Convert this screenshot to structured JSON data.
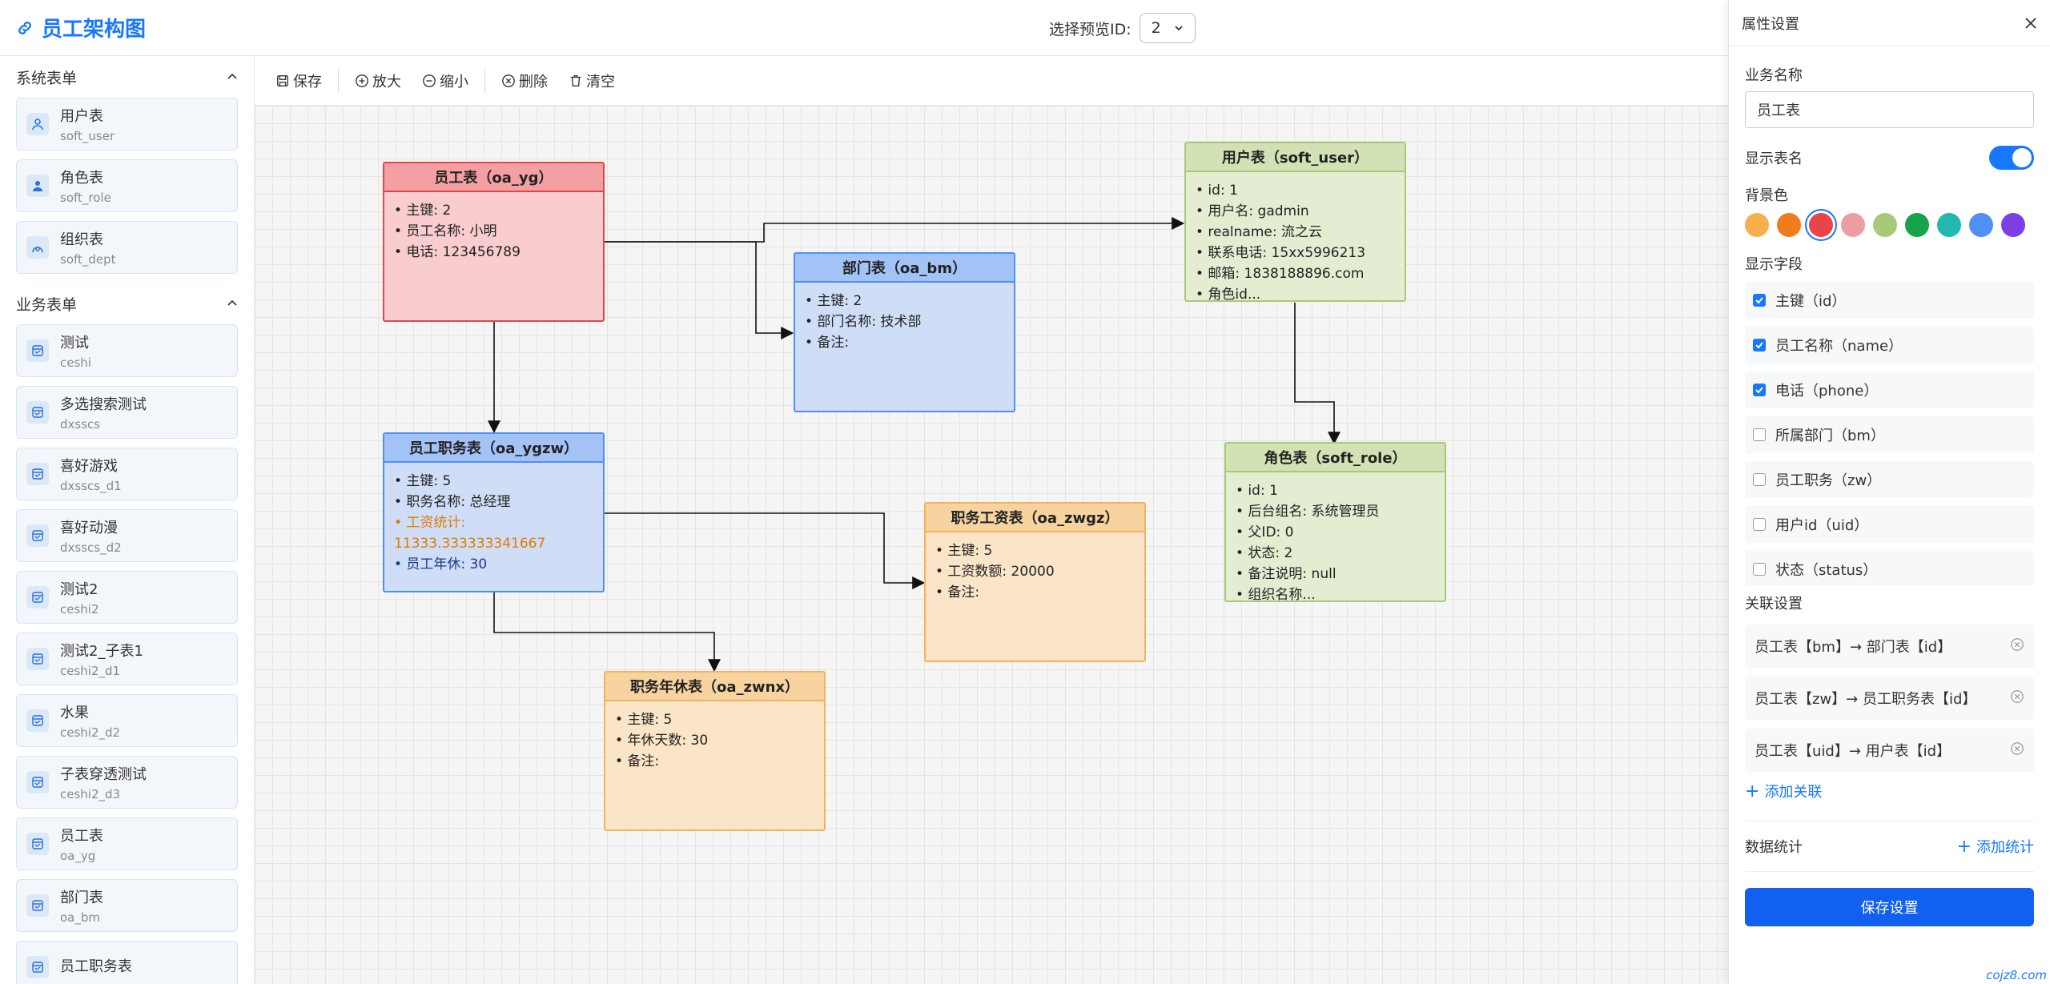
{
  "app": {
    "title": "员工架构图"
  },
  "preview": {
    "label": "选择预览ID:",
    "value": "2"
  },
  "sidebar": {
    "groups": [
      {
        "title": "系统表单",
        "items": [
          {
            "name": "用户表",
            "code": "soft_user",
            "icon": "user-icon"
          },
          {
            "name": "角色表",
            "code": "soft_role",
            "icon": "role-icon"
          },
          {
            "name": "组织表",
            "code": "soft_dept",
            "icon": "org-icon"
          }
        ]
      },
      {
        "title": "业务表单",
        "items": [
          {
            "name": "测试",
            "code": "ceshi",
            "icon": "form-icon"
          },
          {
            "name": "多选搜索测试",
            "code": "dxsscs",
            "icon": "form-icon"
          },
          {
            "name": "喜好游戏",
            "code": "dxsscs_d1",
            "icon": "form-icon"
          },
          {
            "name": "喜好动漫",
            "code": "dxsscs_d2",
            "icon": "form-icon"
          },
          {
            "name": "测试2",
            "code": "ceshi2",
            "icon": "form-icon"
          },
          {
            "name": "测试2_子表1",
            "code": "ceshi2_d1",
            "icon": "form-icon"
          },
          {
            "name": "水果",
            "code": "ceshi2_d2",
            "icon": "form-icon"
          },
          {
            "name": "子表穿透测试",
            "code": "ceshi2_d3",
            "icon": "form-icon"
          },
          {
            "name": "员工表",
            "code": "oa_yg",
            "icon": "form-icon"
          },
          {
            "name": "部门表",
            "code": "oa_bm",
            "icon": "form-icon"
          },
          {
            "name": "员工职务表",
            "code": "",
            "icon": "form-icon"
          }
        ]
      }
    ]
  },
  "toolbar": {
    "save": "保存",
    "zoom_in": "放大",
    "zoom_out": "缩小",
    "delete": "删除",
    "clear": "清空"
  },
  "nodes": [
    {
      "id": "yg",
      "title": "员工表（oa_yg）",
      "rows": [
        "• 主键: 2",
        "• 员工名称: 小明",
        "• 电话: 123456789"
      ],
      "border": "#e0474c",
      "header": "#f4a0a2",
      "body": "#f9cccd"
    },
    {
      "id": "bm",
      "title": "部门表（oa_bm）",
      "rows": [
        "• 主键: 2",
        "• 部门名称: 技术部",
        "• 备注:"
      ],
      "border": "#4f8ff7",
      "header": "#a3c3f7",
      "body": "#cfddf6"
    },
    {
      "id": "user",
      "title": "用户表（soft_user）",
      "rows": [
        "• id: 1",
        "• 用户名: gadmin",
        "• realname: 流之云",
        "• 联系电话: 15xx5996213",
        "• 邮箱: 1838188896.com",
        "• 角色id..."
      ],
      "border": "#a9c97a",
      "header": "#d2e2b4",
      "body": "#e4edd1"
    },
    {
      "id": "ygzw",
      "title": "员工职务表（oa_ygzw）",
      "rows": [
        "• 主键: 5",
        "• 职务名称: 总经理",
        "• 工资统计:",
        "11333.333333341667",
        "• 员工年休: 30"
      ],
      "border": "#4f8ff7",
      "header": "#a3c3f7",
      "body": "#cfddf6"
    },
    {
      "id": "zwgz",
      "title": "职务工资表（oa_zwgz）",
      "rows": [
        "• 主键: 5",
        "• 工资数额: 20000",
        "• 备注:"
      ],
      "border": "#f2b45a",
      "header": "#f7d3a0",
      "body": "#fae5c8"
    },
    {
      "id": "role",
      "title": "角色表（soft_role）",
      "rows": [
        "• id: 1",
        "• 后台组名: 系统管理员",
        "• 父ID: 0",
        "• 状态: 2",
        "• 备注说明: null",
        "• 组织名称..."
      ],
      "border": "#a9c97a",
      "header": "#d2e2b4",
      "body": "#e4edd1"
    },
    {
      "id": "zwnx",
      "title": "职务年休表（oa_zwnx）",
      "rows": [
        "• 主键: 5",
        "• 年休天数: 30",
        "• 备注:"
      ],
      "border": "#f2b45a",
      "header": "#f7d3a0",
      "body": "#fae5c8"
    }
  ],
  "panel": {
    "title": "属性设置",
    "biz_name_label": "业务名称",
    "biz_name_value": "员工表",
    "show_table_name_label": "显示表名",
    "show_table_name": true,
    "bg_label": "背景色",
    "colors": [
      "#f5b04c",
      "#f07d1a",
      "#e8444a",
      "#ee9ca4",
      "#a9c97a",
      "#16a34a",
      "#22b8b0",
      "#4f8ff7",
      "#7b3fe4"
    ],
    "selected_color": 2,
    "fields_label": "显示字段",
    "fields": [
      {
        "label": "主键（id）",
        "checked": true
      },
      {
        "label": "员工名称（name）",
        "checked": true
      },
      {
        "label": "电话（phone）",
        "checked": true
      },
      {
        "label": "所属部门（bm）",
        "checked": false
      },
      {
        "label": "员工职务（zw）",
        "checked": false
      },
      {
        "label": "用户id（uid）",
        "checked": false
      },
      {
        "label": "状态（status）",
        "checked": false
      }
    ],
    "relation_label": "关联设置",
    "relations": [
      "员工表【bm】→ 部门表【id】",
      "员工表【zw】→ 员工职务表【id】",
      "员工表【uid】→ 用户表【id】"
    ],
    "add_relation": "添加关联",
    "stats_label": "数据统计",
    "add_stats": "添加统计",
    "save_settings": "保存设置"
  },
  "watermark": "cojz8.com"
}
